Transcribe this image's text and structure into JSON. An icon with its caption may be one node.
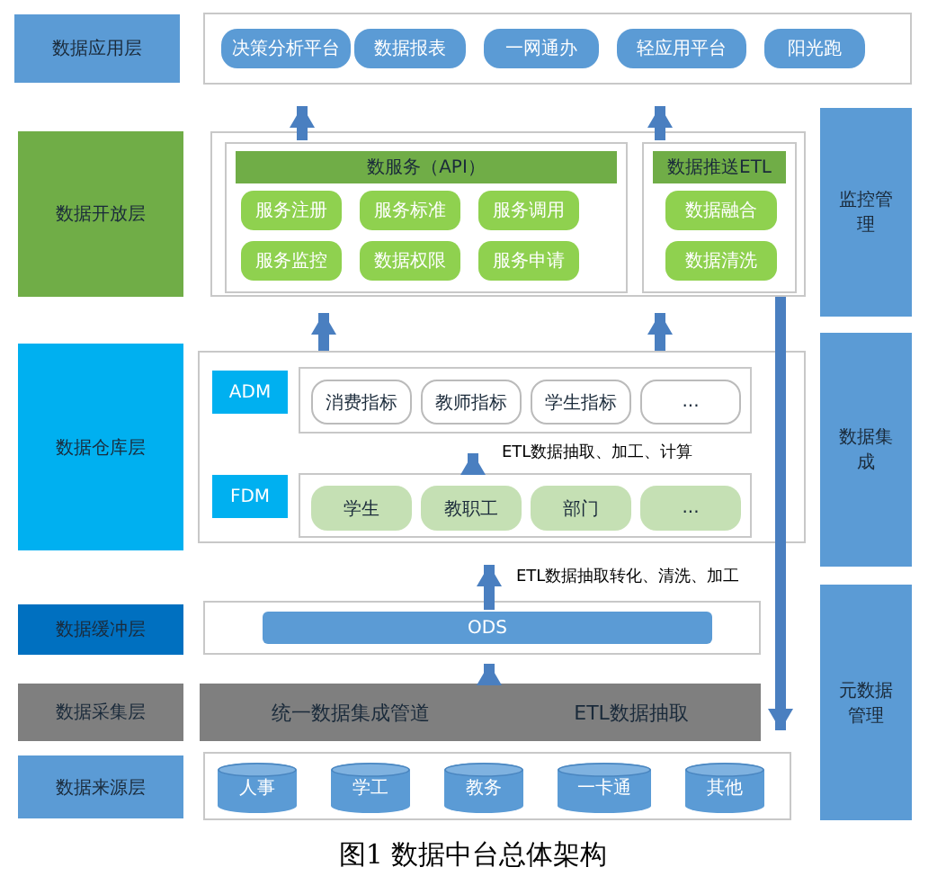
{
  "diagram": {
    "caption": "图1 数据中台总体架构",
    "nodes": [
      {
        "text": [
          "数据应用层"
        ]
      },
      {
        "text": [],
        "shape": "box"
      },
      {
        "text": [
          "决策分析平台"
        ],
        "in": 1
      },
      {
        "text": [
          "数据报表"
        ],
        "in": 1
      },
      {
        "text": [
          "一网通办"
        ],
        "in": 1
      },
      {
        "text": [
          "轻应用平台"
        ],
        "in": 1
      },
      {
        "text": [
          "阳光跑"
        ],
        "in": 1
      },
      {
        "text": [
          "数据开放层"
        ]
      },
      {
        "text": [],
        "shape": "box"
      },
      {
        "text": [
          "数服务（API）"
        ],
        "in": 8
      },
      {
        "text": [
          "服务注册"
        ],
        "in": 9
      },
      {
        "text": [
          "服务标准"
        ],
        "in": 9
      },
      {
        "text": [
          "服务调用"
        ],
        "in": 9
      },
      {
        "text": [
          "服务监控"
        ],
        "in": 9
      },
      {
        "text": [
          "数据权限"
        ],
        "in": 9
      },
      {
        "text": [
          "服务申请"
        ],
        "in": 9
      },
      {
        "text": [
          "数据推送ETL"
        ],
        "in": 8
      },
      {
        "text": [
          "数据融合"
        ],
        "in": 16
      },
      {
        "text": [
          "数据清洗"
        ],
        "in": 16
      },
      {
        "text": [
          "监控管理"
        ]
      },
      {
        "text": [
          "数据仓库层"
        ]
      },
      {
        "text": [],
        "shape": "box"
      },
      {
        "text": [
          "ADM"
        ],
        "in": 21
      },
      {
        "text": [],
        "shape": "box",
        "in": 21
      },
      {
        "text": [
          "消费指标"
        ],
        "in": 23
      },
      {
        "text": [
          "教师指标"
        ],
        "in": 23
      },
      {
        "text": [
          "学生指标"
        ],
        "in": 23
      },
      {
        "text": [
          "..."
        ],
        "in": 23
      },
      {
        "text": [
          "FDM"
        ],
        "in": 21
      },
      {
        "text": [],
        "shape": "box",
        "in": 21
      },
      {
        "text": [
          "学生"
        ],
        "in": 29
      },
      {
        "text": [
          "教职工"
        ],
        "in": 29
      },
      {
        "text": [
          "部门"
        ],
        "in": 29
      },
      {
        "text": [
          "..."
        ],
        "in": 29
      },
      {
        "text": [
          "数据集成"
        ]
      },
      {
        "text": [
          "数据缓冲层"
        ]
      },
      {
        "text": [],
        "shape": "box"
      },
      {
        "text": [
          "ODS"
        ],
        "in": 36
      },
      {
        "text": [
          "数据采集层"
        ]
      },
      {
        "text": [
          "统一数据集成管道",
          "ETL数据抽取"
        ]
      },
      {
        "text": [
          "数据来源层"
        ]
      },
      {
        "text": [],
        "shape": "box"
      },
      {
        "text": [
          "人事"
        ],
        "in": 41
      },
      {
        "text": [
          "学工"
        ],
        "in": 41
      },
      {
        "text": [
          "教务"
        ],
        "in": 41
      },
      {
        "text": [
          "一卡通"
        ],
        "in": 41
      },
      {
        "text": [
          "其他"
        ],
        "in": 41
      },
      {
        "text": [
          "元数据管理"
        ]
      }
    ],
    "edges": [
      {
        "from": 9,
        "to": 1,
        "arrow": "to"
      },
      {
        "from": 16,
        "to": 1,
        "arrow": "to"
      },
      {
        "from": 21,
        "to": 9,
        "arrow": "to"
      },
      {
        "from": 21,
        "to": 16,
        "arrow": "to"
      },
      {
        "from": 29,
        "to": 23,
        "arrow": "to",
        "label": "ETL数据抽取、加工、计算"
      },
      {
        "from": 37,
        "to": 21,
        "arrow": "to",
        "label": "ETL数据抽取转化、清洗、加工"
      },
      {
        "from": 39,
        "to": 37,
        "arrow": "to"
      },
      {
        "from": 8,
        "to": 41,
        "arrow": "to"
      }
    ]
  }
}
